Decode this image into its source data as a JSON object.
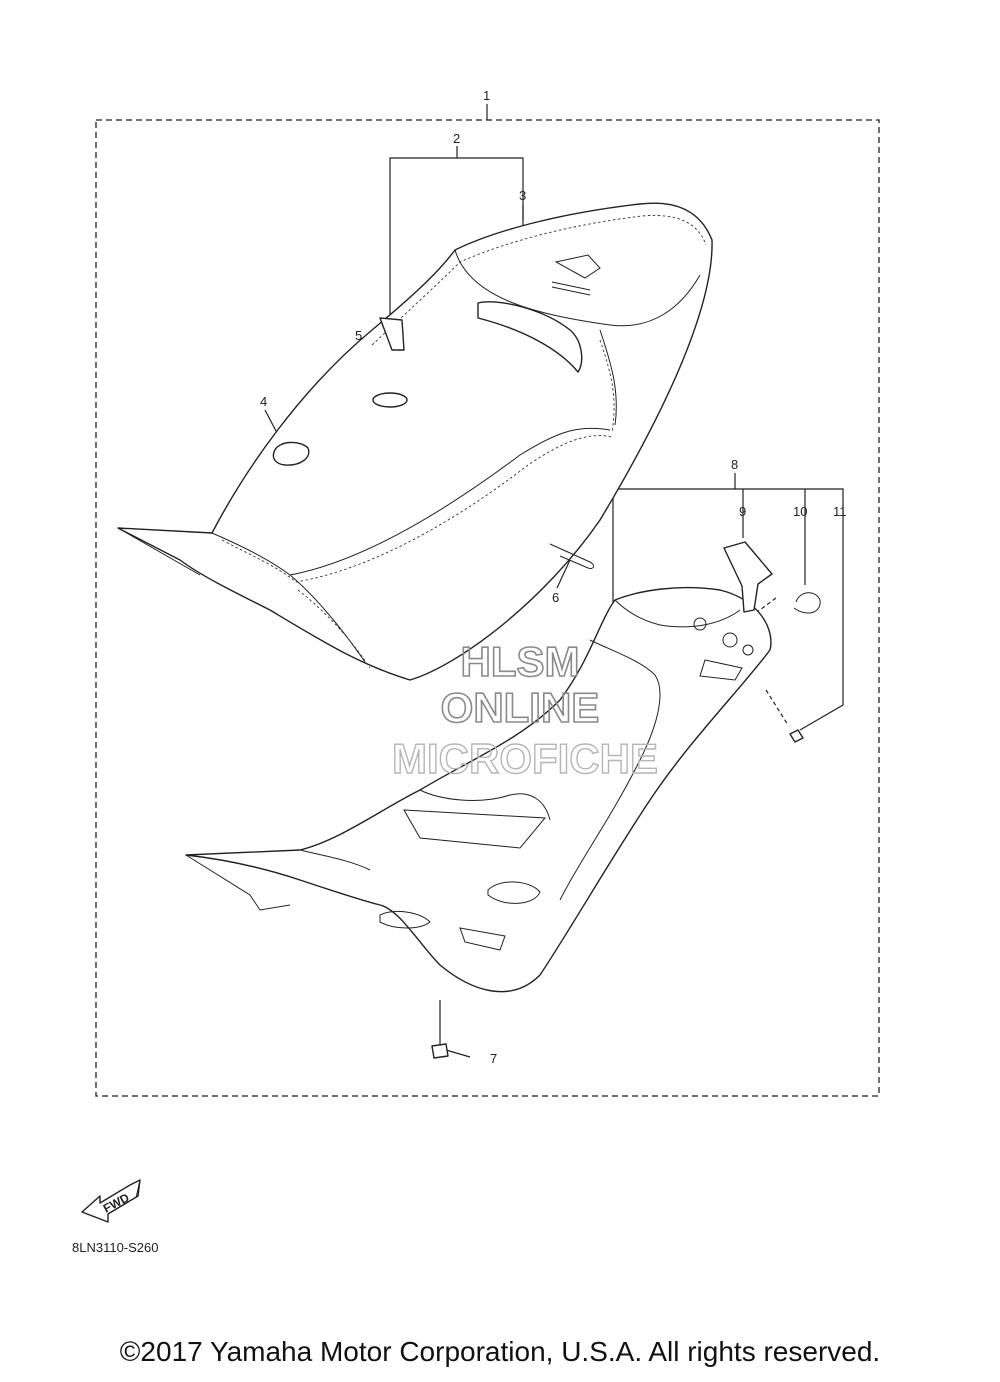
{
  "callouts": [
    "1",
    "2",
    "3",
    "4",
    "5",
    "6",
    "7",
    "8",
    "9",
    "10",
    "11"
  ],
  "fwd_label": "FWD",
  "watermark": [
    "HLSM",
    "ONLINE",
    "MICROFICHE"
  ],
  "drawing_code": "8LN3110-S260",
  "copyright": "©2017 Yamaha Motor Corporation, U.S.A. All rights reserved."
}
